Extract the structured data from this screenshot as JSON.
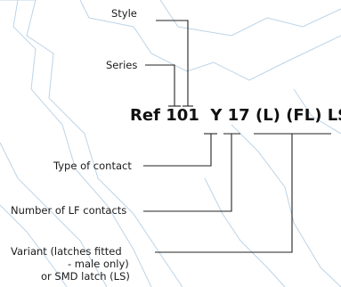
{
  "labels": {
    "style": "Style",
    "series": "Series",
    "type_of_contact": "Type of contact",
    "number_of_lf_contacts": "Number of LF contacts",
    "variant_line1": "Variant (latches fitted",
    "variant_line2": "- male only)",
    "variant_line3": "or SMD latch (LS)"
  },
  "reference": {
    "prefix": "Ref",
    "series": "101",
    "contact_type": "Y",
    "contacts": "17",
    "latch": "(L)",
    "fl": "(FL)",
    "ls": "LS)"
  },
  "colors": {
    "text": "#1a1a1a",
    "leader_lines": "#222222",
    "background_map": "#b9d3e6"
  }
}
